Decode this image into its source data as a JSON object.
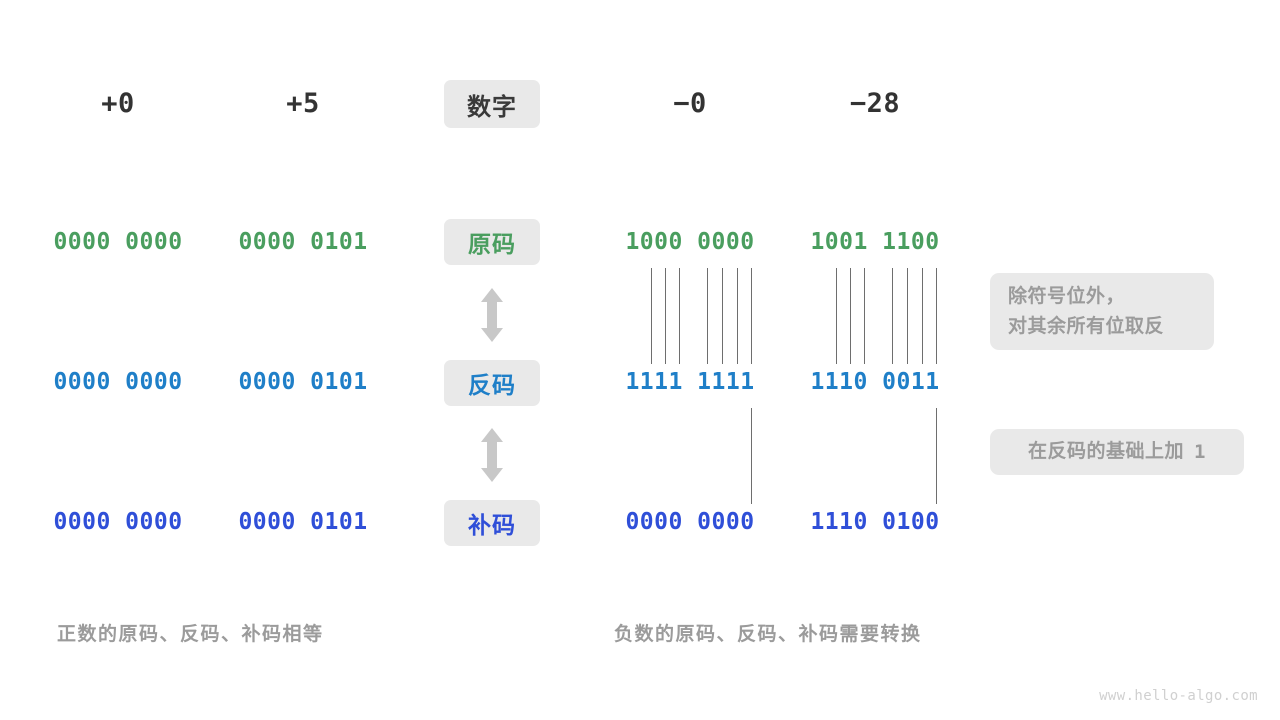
{
  "diagram": {
    "title_row": {
      "label_box": "数字",
      "columns": [
        "+0",
        "+5",
        "−0",
        "−28"
      ]
    },
    "rows": [
      {
        "key": "sign_magnitude",
        "label": "原码",
        "color": "#4a9e5f",
        "values": [
          "0000 0000",
          "0000 0101",
          "1000 0000",
          "1001 1100"
        ]
      },
      {
        "key": "ones_complement",
        "label": "反码",
        "color": "#1f7fc8",
        "values": [
          "0000 0000",
          "0000 0101",
          "1111 1111",
          "1110 0011"
        ]
      },
      {
        "key": "twos_complement",
        "label": "补码",
        "color": "#2f4fd8",
        "values": [
          "0000 0000",
          "0000 0101",
          "0000 0000",
          "1110 0100"
        ]
      }
    ],
    "notes": [
      {
        "key": "invert-note",
        "lines": [
          "除符号位外，",
          "对其余所有位取反"
        ],
        "suffix": ""
      },
      {
        "key": "plus-one-note",
        "lines": [
          "在反码的基础上加"
        ],
        "suffix": "1"
      }
    ],
    "captions": {
      "left": "正数的原码、反码、补码相等",
      "right": "负数的原码、反码、补码需要转换"
    },
    "watermark": "www.hello-algo.com",
    "colors": {
      "chip_bg": "#e9e9e9",
      "line": "#6e6e6e",
      "arrow": "#c8c8c8",
      "muted_text": "#9b9b9b",
      "head_text": "#333333"
    }
  }
}
